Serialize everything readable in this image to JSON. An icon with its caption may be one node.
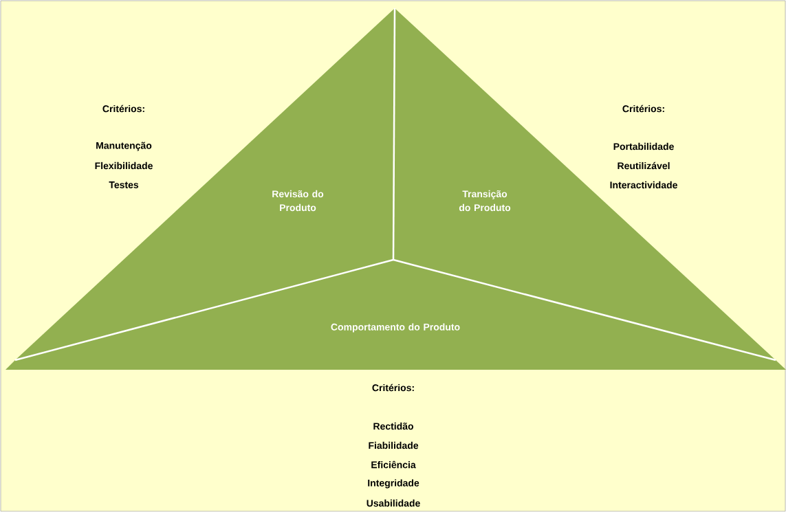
{
  "diagram": {
    "nodes": [
      {
        "text": [
          "Revisão do Produto"
        ]
      },
      {
        "text": [
          "Transição do Produto"
        ]
      },
      {
        "text": [
          "Comportamento do Produto"
        ]
      }
    ],
    "labels": [
      "Critérios:",
      "Manutenção",
      "Flexibilidade",
      "Testes",
      "Critérios:",
      "Portabilidade",
      "Reutilizável",
      "Interactividade",
      "Critérios:",
      "Rectidão",
      "Fiabilidade",
      "Eficiência",
      "Integridade",
      "Usabilidade"
    ]
  }
}
